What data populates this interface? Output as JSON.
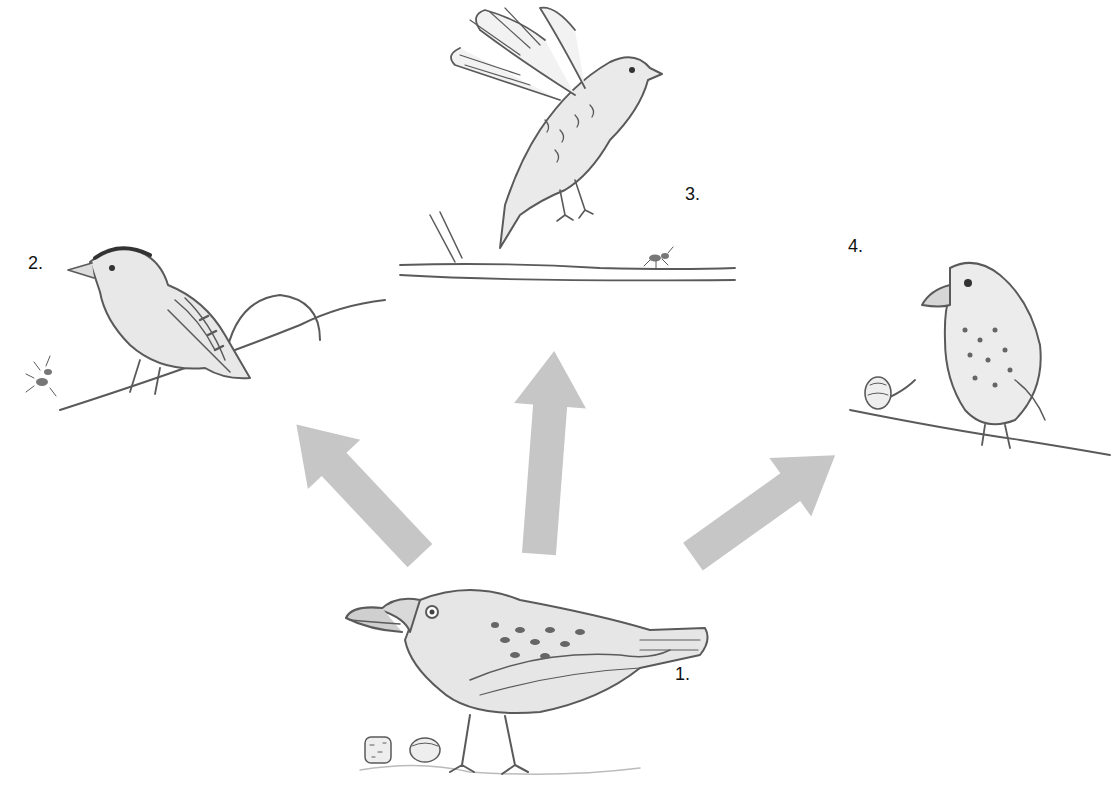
{
  "diagram": {
    "nodes": [
      {
        "text": [
          "1."
        ]
      },
      {
        "text": [
          "2."
        ]
      },
      {
        "text": [
          "3."
        ]
      },
      {
        "text": [
          "4."
        ]
      }
    ],
    "edges": [
      {
        "from": 0,
        "to": 1,
        "arrow": "to"
      },
      {
        "from": 0,
        "to": 2,
        "arrow": "to"
      },
      {
        "from": 0,
        "to": 3,
        "arrow": "to"
      }
    ]
  }
}
